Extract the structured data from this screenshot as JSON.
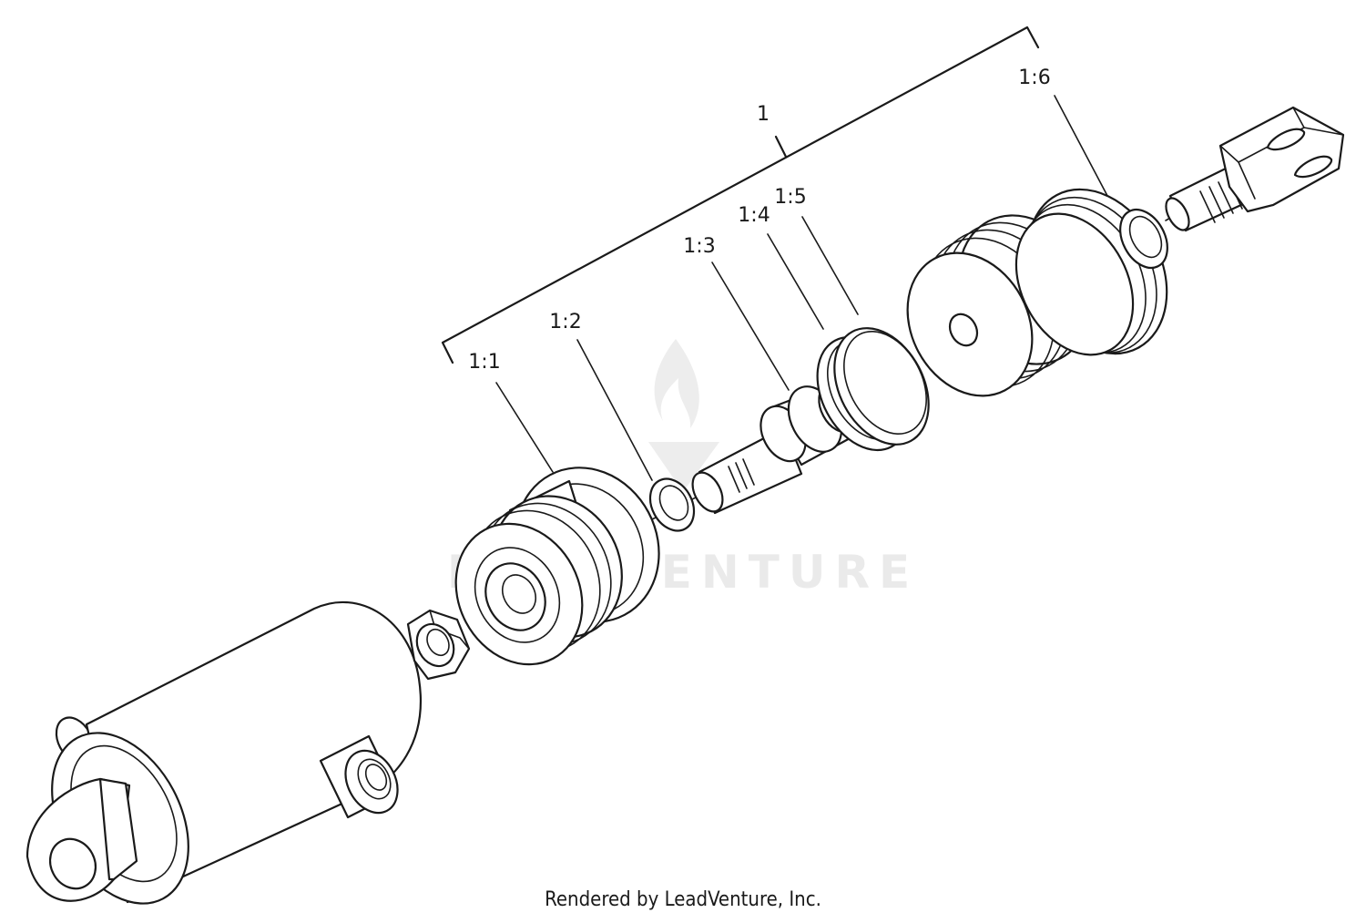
{
  "diagram": {
    "assembly_label": "1",
    "callouts": [
      {
        "id": "1-1",
        "text": "1:1"
      },
      {
        "id": "1-2",
        "text": "1:2"
      },
      {
        "id": "1-3",
        "text": "1:3"
      },
      {
        "id": "1-4",
        "text": "1:4"
      },
      {
        "id": "1-5",
        "text": "1:5"
      },
      {
        "id": "1-6",
        "text": "1:6"
      }
    ],
    "watermark": "LEADVENTURE",
    "credit": "Rendered by LeadVenture, Inc."
  }
}
